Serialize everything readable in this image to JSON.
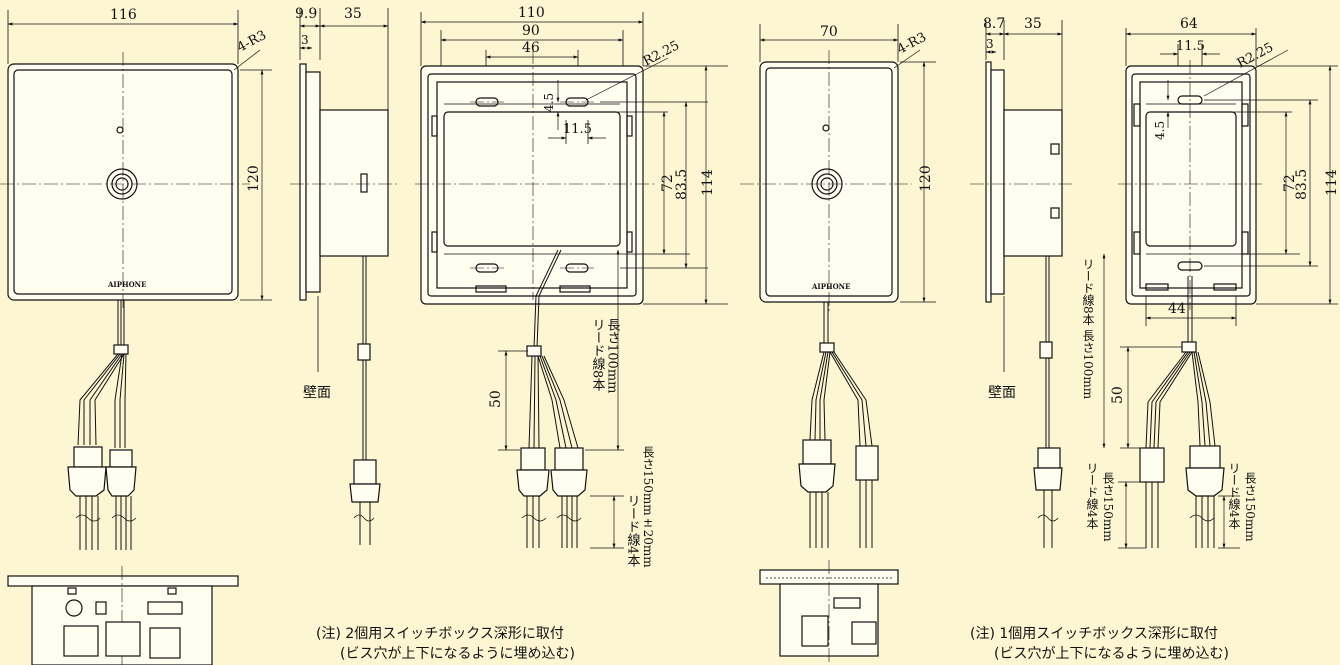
{
  "dims": {
    "v1_width": "116",
    "v1_height": "120",
    "v1_radius": "4-R3",
    "v2_depth": "9.9",
    "v2_body": "35",
    "v2_flange": "3",
    "v2_wall": "壁面",
    "v3_w110": "110",
    "v3_w90": "90",
    "v3_w46": "46",
    "v3_r": "R2.25",
    "v3_h45": "4.5",
    "v3_w115": "11.5",
    "v3_h72": "72",
    "v3_h835": "83.5",
    "v3_h114": "114",
    "v3_d50": "50",
    "v3_lead8": "リード線8本",
    "v3_lead8_len": "長さ100mm",
    "v3_lead4": "リード線4本",
    "v3_lead4_len": "長さ150mm±20mm",
    "v4_width": "70",
    "v4_height": "120",
    "v4_radius": "4-R3",
    "v5_depth": "8.7",
    "v5_body": "35",
    "v5_flange": "3",
    "v5_wall": "壁面",
    "v6_w64": "64",
    "v6_w115": "11.5",
    "v6_r": "R2.25",
    "v6_h45": "4.5",
    "v6_h72": "72",
    "v6_h835": "83.5",
    "v6_h114": "114",
    "v6_w44": "44",
    "v6_d50": "50",
    "v6_lead8": "リード線8本 長さ100mm",
    "v6_lead4a": "リード線4本",
    "v6_lead4a_len": "長さ150mm",
    "v6_lead4b": "リード線4本",
    "v6_lead4b_len": "長さ150mm",
    "brand": "AIPHONE"
  },
  "notes": {
    "note1_line1": "(注) 2個用スイッチボックス深形に取付",
    "note1_line2": "(ビス穴が上下になるように埋め込む)",
    "note2_line1": "(注) 1個用スイッチボックス深形に取付",
    "note2_line2": "(ビス穴が上下になるように埋め込む)"
  }
}
